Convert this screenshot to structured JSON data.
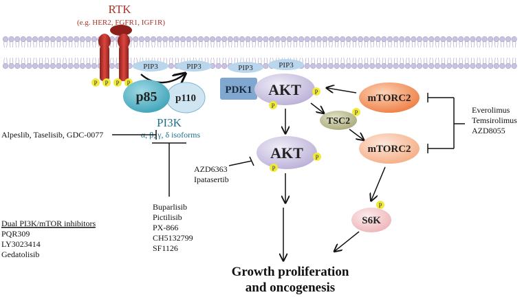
{
  "receptor": {
    "title": "RTK",
    "examples": "(e.g. HER2, FGFR1, IGF1R)"
  },
  "phospho_label": "P",
  "membrane_lipids": {
    "pip3_a": "PIP3",
    "pip3_b": "PIP3",
    "pip3_c": "PIP3",
    "pip3_d": "PIP3"
  },
  "pi3k": {
    "p85": "p85",
    "p110": "p110",
    "name": "PI3K",
    "isoforms": "α, β, γ, δ isoforms"
  },
  "nodes": {
    "pdk1": "PDK1",
    "akt_membrane": "AKT",
    "akt_cytosol": "AKT",
    "tsc2": "TSC2",
    "mtorc2_top": "mTORC2",
    "mtorc2_bottom": "mTORC2",
    "s6k": "S6K"
  },
  "outcome": {
    "line1": "Growth proliferation",
    "line2": "and oncogenesis"
  },
  "inhibitors": {
    "pi3k_alpha": "Alpeslib, Taselisib, GDC-0077",
    "pan_pi3k": [
      "Buparlisib",
      "Pictilisib",
      "PX-866",
      "CH5132799",
      "SF1126"
    ],
    "akt": [
      "AZD6363",
      "Ipatasertib"
    ],
    "mtor": [
      "Everolimus",
      "Temsirolimus",
      "AZD8055"
    ],
    "dual_title": "Dual PI3K/mTOR inhibitors",
    "dual": [
      "PQR309",
      "LY3023414",
      "Gedatolisib"
    ]
  },
  "colors": {
    "rtk": "#c0392b",
    "rtk_text": "#a93226",
    "membrane": "#c9c2e0",
    "phosphate": "#f2ea3b",
    "pip3": "#b9d6ec",
    "p85": "#53b5c8",
    "p110": "#cfe6f2",
    "pi3k_text": "#1f6f8b",
    "pdk1": "#7fa7cf",
    "akt": "#d9d2ea",
    "tsc2": "#c8c9a2",
    "mtorc2": "#f08a57",
    "mtorc2_bottom": "#f7c3a4",
    "s6k": "#f3c9cc"
  }
}
